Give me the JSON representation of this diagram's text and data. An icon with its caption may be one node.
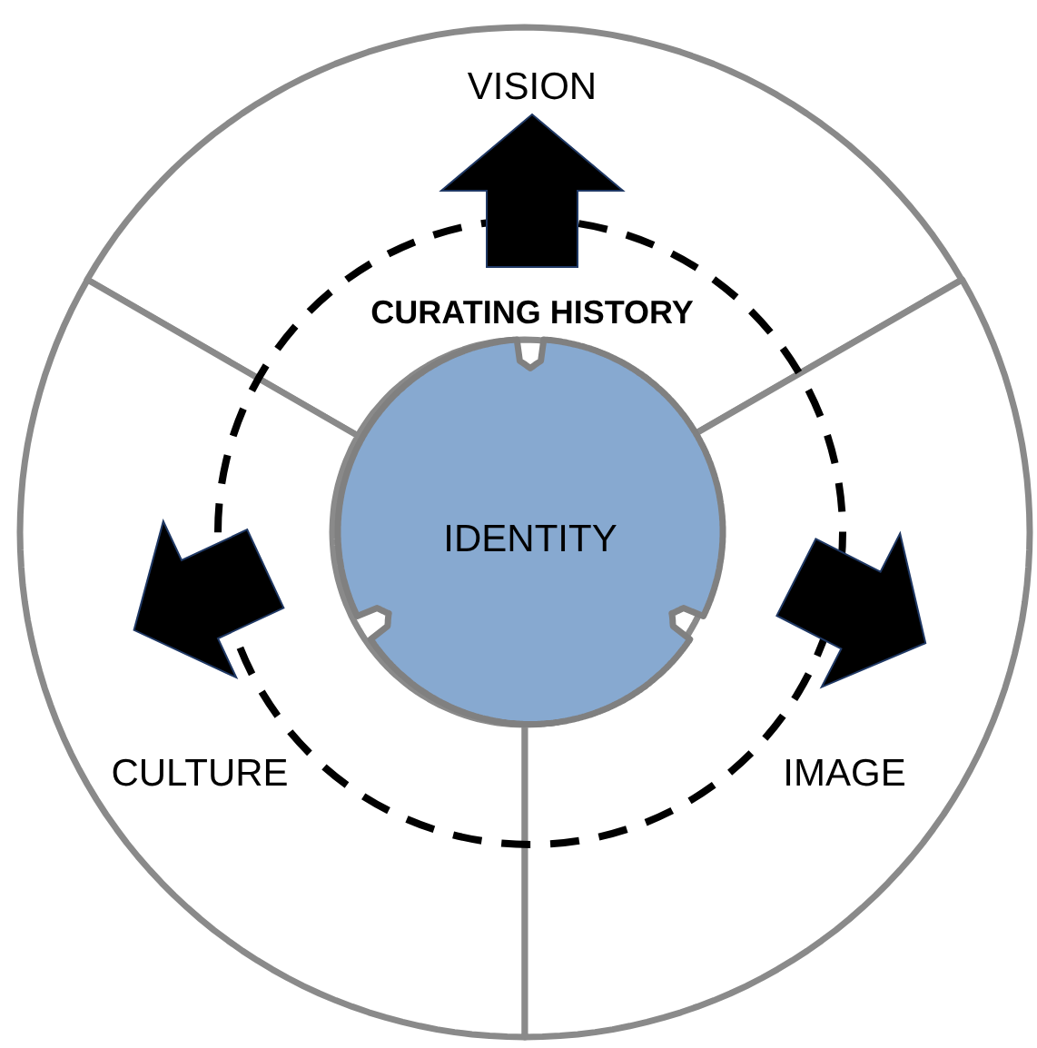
{
  "diagram": {
    "nodes": [
      {
        "text": [
          "VISION"
        ]
      },
      {
        "text": [
          "IDENTITY"
        ]
      },
      {
        "text": [
          "CULTURE"
        ]
      },
      {
        "text": [
          "IMAGE"
        ]
      }
    ],
    "labels": [
      "CURATING HISTORY"
    ]
  }
}
